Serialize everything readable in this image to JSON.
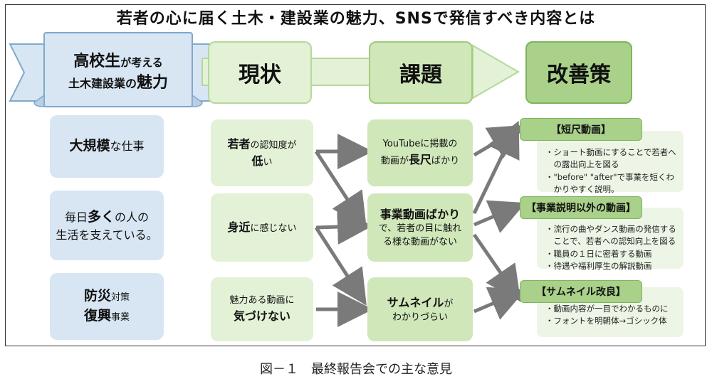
{
  "title": "若者の心に届く土木・建設業の魅力、SNSで発信すべき内容とは",
  "caption": "図－１　最終報告会での主な意見",
  "ribbon": {
    "line1_big": "高校生",
    "line1_small": "が考える",
    "line2_mid": "土木建設業の",
    "line2_big": "魅力"
  },
  "headers": {
    "current": "現状",
    "issues": "課題",
    "improvements": "改善策"
  },
  "appeals": [
    {
      "strong": "大規模",
      "rest": "な仕事"
    },
    {
      "pre": "毎日",
      "strong": "多く",
      "rest": "の人の",
      "line2": "生活を支えている。"
    },
    {
      "strong1": "防災",
      "rest1": "対策",
      "strong2": "復興",
      "rest2": "事業"
    }
  ],
  "current": [
    {
      "strong1": "若者",
      "rest1": "の認知度が",
      "strong2": "低",
      "rest2": "い"
    },
    {
      "strong": "身近",
      "rest": "に感じない"
    },
    {
      "line1": "魅力ある動画に",
      "strong": "気づけない"
    }
  ],
  "issues": [
    {
      "line1": "YouTubeに掲載の",
      "pre2": "動画が",
      "strong": "長尺",
      "rest2": "ばかり"
    },
    {
      "strong": "事業動画ばかり",
      "line2": "で、若者の目に触れ",
      "line3": "る様な動画がない"
    },
    {
      "strong": "サムネイル",
      "rest": "が",
      "line2": "わかりづらい"
    }
  ],
  "solutions": [
    {
      "tag": "【短尺動画】",
      "lines": [
        "・ショート動画にすることで若者へ",
        "　の露出向上を図る",
        "・\"before\" \"after\"で事業を短くわ",
        "　かりやすく説明。"
      ]
    },
    {
      "tag": "【事業説明以外の動画】",
      "lines": [
        "・流行の曲やダンス動画の発信する",
        "　ことで、若者への認知向上を図る",
        "・職員の１日に密着する動画",
        "・待遇や福利厚生の解説動画"
      ]
    },
    {
      "tag": "【サムネイル改良】",
      "lines": [
        "・動画内容が一目でわかるものに",
        "・フォントを明朝体→ゴシック体"
      ]
    }
  ],
  "colors": {
    "ribbon_fill": "#d8e6f3",
    "ribbon_border": "#7fa9cc",
    "green_light": "#e3f1d6",
    "green_mid": "#cfe7b9",
    "green_dark": "#a9d18a",
    "blue_box": "#d8e6f3",
    "arrow_gray": "#7a7a7a"
  }
}
